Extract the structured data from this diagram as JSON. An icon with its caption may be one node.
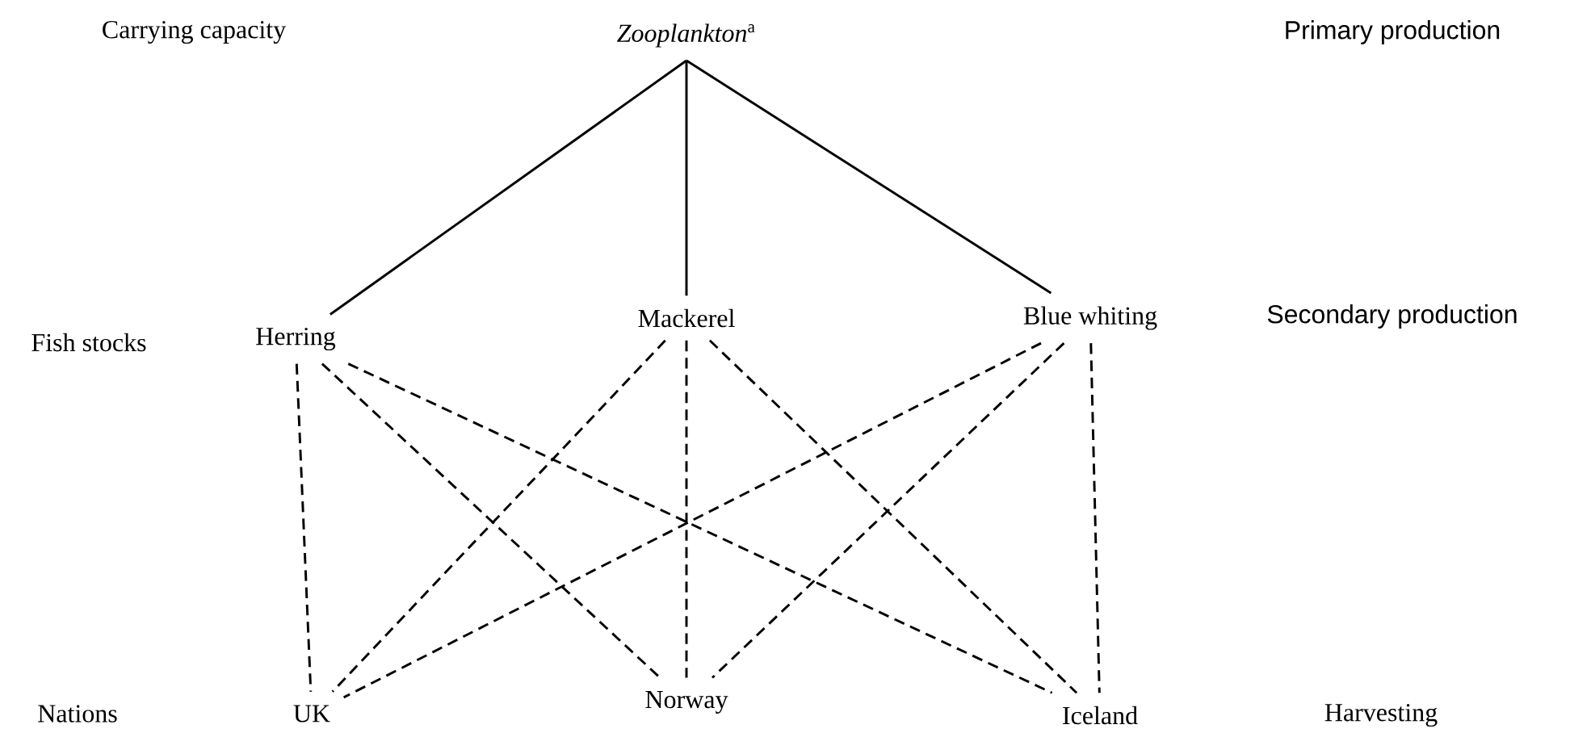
{
  "diagram": {
    "nodes": [
      {
        "text": [
          "*Zooplankton*$^{a}$"
        ]
      },
      {
        "text": [
          "Herring"
        ]
      },
      {
        "text": [
          "Mackerel"
        ]
      },
      {
        "text": [
          "Blue whiting"
        ]
      },
      {
        "text": [
          "UK"
        ]
      },
      {
        "text": [
          "Norway"
        ]
      },
      {
        "text": [
          "Iceland"
        ]
      }
    ],
    "edges": [
      {
        "from": 0,
        "to": 1,
        "arrow": "none"
      },
      {
        "from": 0,
        "to": 2,
        "arrow": "none"
      },
      {
        "from": 0,
        "to": 3,
        "arrow": "none"
      },
      {
        "from": 1,
        "to": 4,
        "arrow": "none",
        "style": "dashed"
      },
      {
        "from": 1,
        "to": 5,
        "arrow": "none",
        "style": "dashed"
      },
      {
        "from": 1,
        "to": 6,
        "arrow": "none",
        "style": "dashed"
      },
      {
        "from": 2,
        "to": 4,
        "arrow": "none",
        "style": "dashed"
      },
      {
        "from": 2,
        "to": 5,
        "arrow": "none",
        "style": "dashed"
      },
      {
        "from": 2,
        "to": 6,
        "arrow": "none",
        "style": "dashed"
      },
      {
        "from": 3,
        "to": 4,
        "arrow": "none",
        "style": "dashed"
      },
      {
        "from": 3,
        "to": 5,
        "arrow": "none",
        "style": "dashed"
      },
      {
        "from": 3,
        "to": 6,
        "arrow": "none",
        "style": "dashed"
      }
    ],
    "labels": [
      "Carrying capacity",
      "Primary production",
      "Fish stocks",
      "Secondary production",
      "Nations",
      "Harvesting"
    ]
  }
}
